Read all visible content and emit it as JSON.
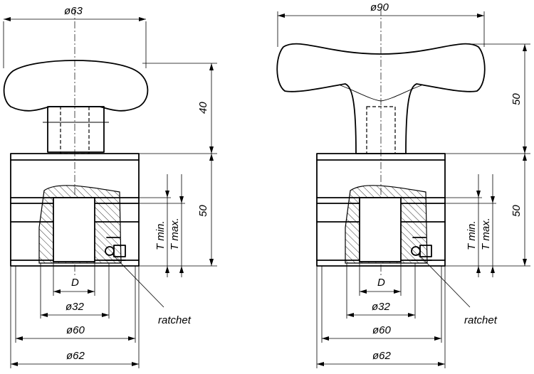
{
  "left_view": {
    "knob_diameter": "ø63",
    "knob_height": "40",
    "body_height": "50",
    "t_min": "T min.",
    "t_max": "T max.",
    "thread": "D",
    "d32": "ø32",
    "d60": "ø60",
    "d62": "ø62",
    "ratchet": "ratchet"
  },
  "right_view": {
    "handle_diameter": "ø90",
    "handle_height": "50",
    "body_height": "50",
    "t_min": "T min.",
    "t_max": "T max.",
    "thread": "D",
    "d32": "ø32",
    "d60": "ø60",
    "d62": "ø62",
    "ratchet": "ratchet"
  }
}
